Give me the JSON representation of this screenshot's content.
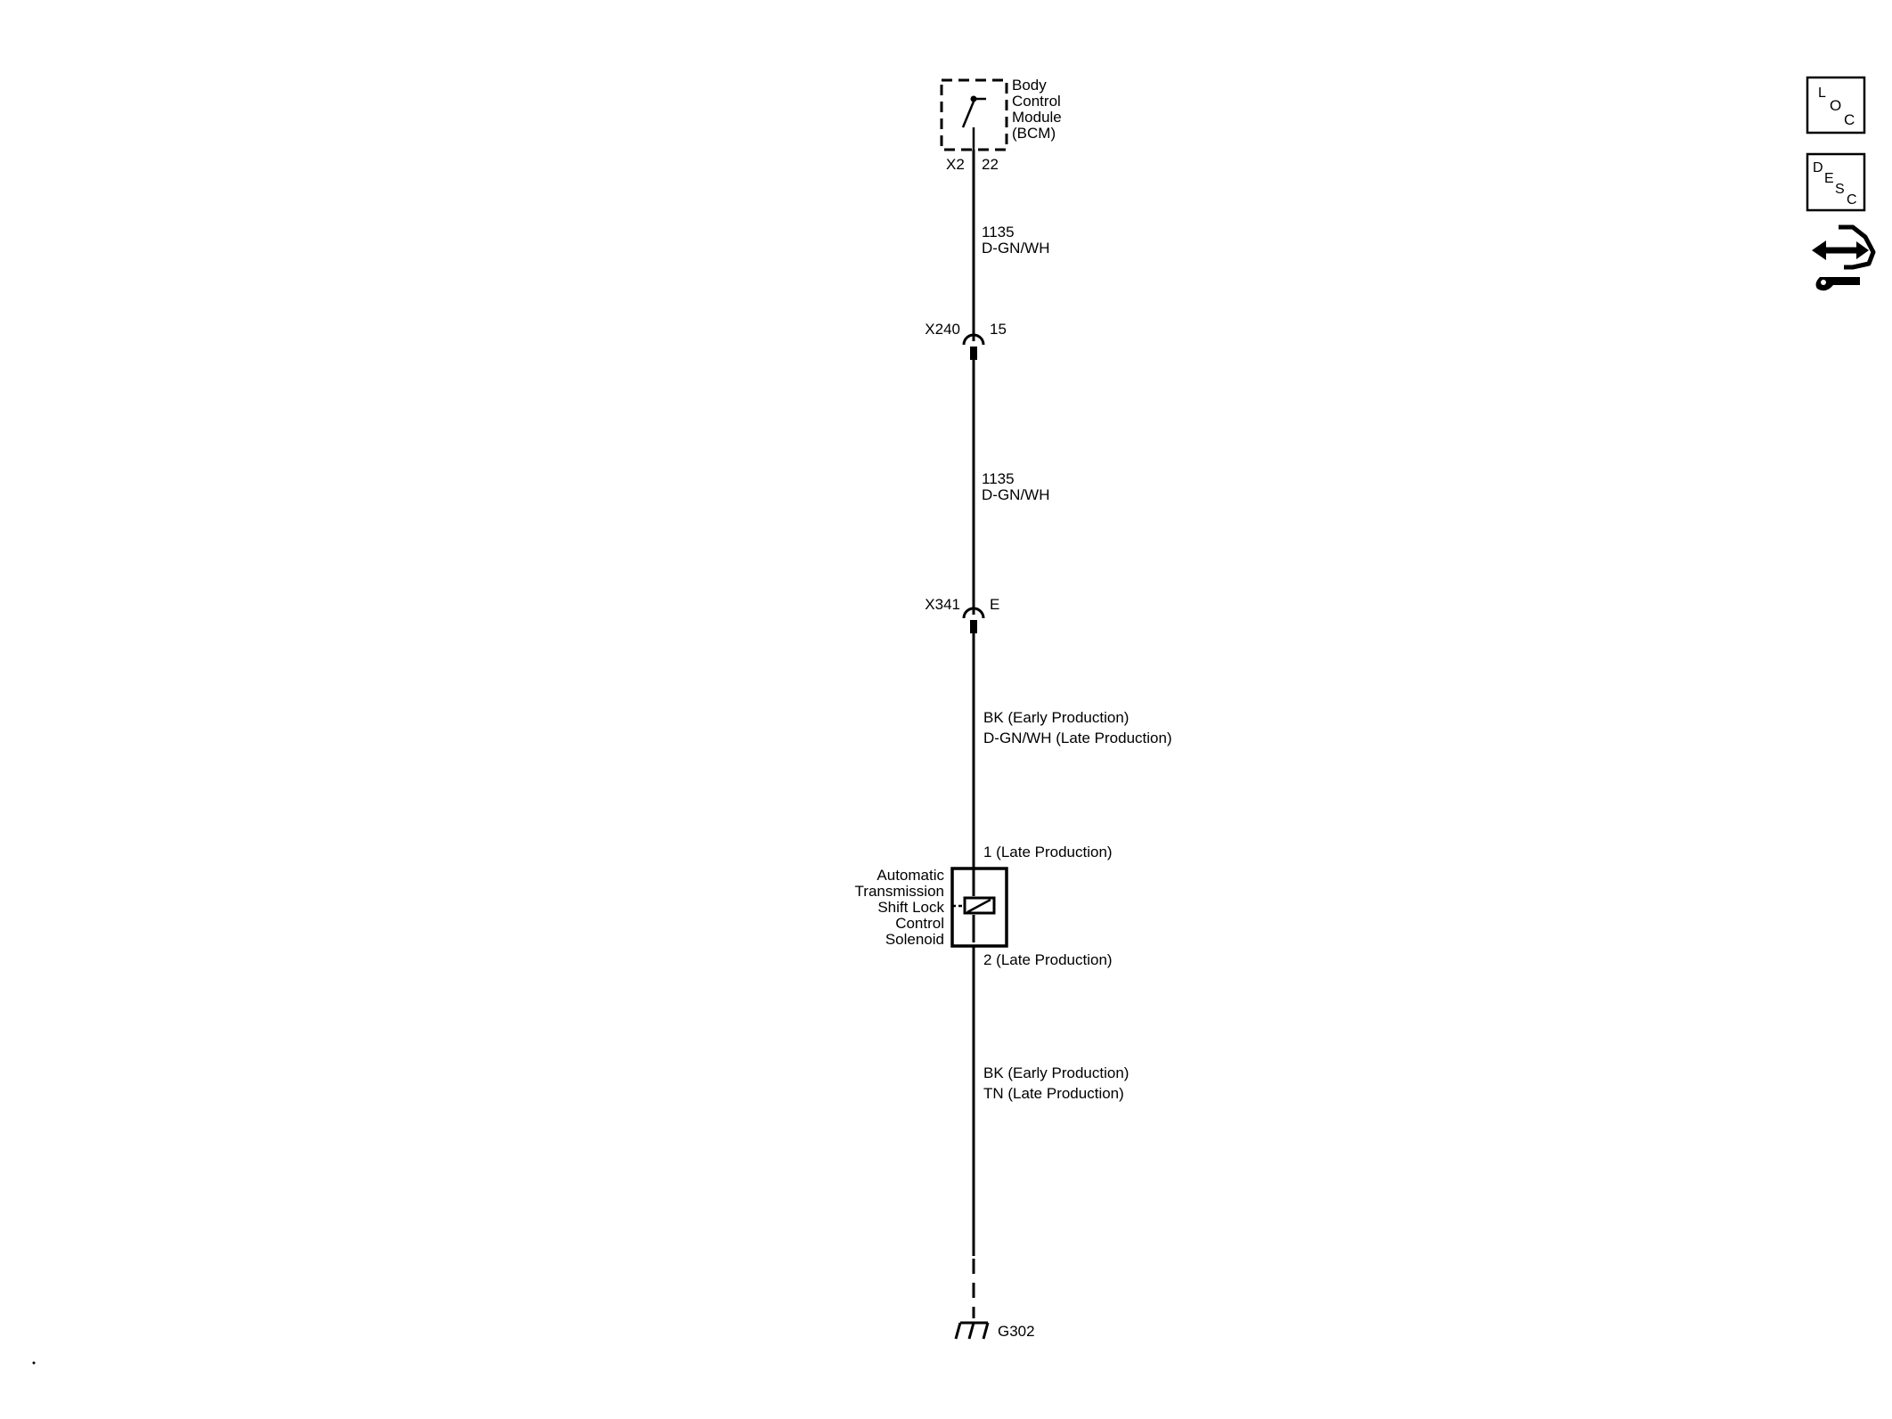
{
  "bcm": {
    "name_lines": [
      "Body",
      "Control",
      "Module",
      "(BCM)"
    ],
    "connector": "X2",
    "pin": "22"
  },
  "wire_1": {
    "circuit": "1135",
    "color": "D-GN/WH"
  },
  "connector_x240": {
    "name": "X240",
    "pin": "15"
  },
  "wire_2": {
    "circuit": "1135",
    "color": "D-GN/WH"
  },
  "connector_x341": {
    "name": "X341",
    "pin": "E"
  },
  "wire_3": {
    "line1": "BK (Early Production)",
    "line2": "D-GN/WH (Late Production)"
  },
  "solenoid": {
    "name_lines": [
      "Automatic",
      "Transmission",
      "Shift Lock",
      "Control",
      "Solenoid"
    ],
    "pin_top": "1 (Late Production)",
    "pin_bottom": "2 (Late Production)"
  },
  "wire_4": {
    "line1": "BK (Early Production)",
    "line2": "TN (Late Production)"
  },
  "ground": {
    "name": "G302"
  },
  "side_icons": {
    "loc": {
      "l1": "L",
      "l2": "O",
      "l3": "C"
    },
    "desc": {
      "l1": "D",
      "l2": "E",
      "l3": "S",
      "l4": "C"
    }
  }
}
